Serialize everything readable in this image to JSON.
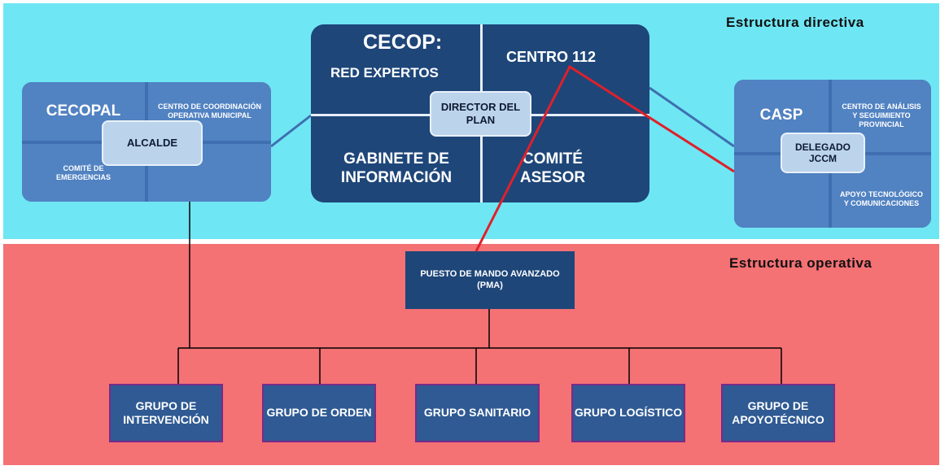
{
  "labels": {
    "directiva": "Estructura directiva",
    "operativa": "Estructura operativa"
  },
  "cecopal": {
    "title": "CECOPAL",
    "centro": "CENTRO DE COORDINACIÓN OPERATIVA MUNICIPAL",
    "comite": "COMITÉ DE EMERGENCIAS",
    "center": "ALCALDE"
  },
  "cecop": {
    "title": "CECOP:",
    "red": "RED EXPERTOS",
    "centro112": "CENTRO 112",
    "gabinete": "GABINETE DE INFORMACIÓN",
    "comite": "COMITÉ ASESOR",
    "center": "DIRECTOR DEL PLAN"
  },
  "casp": {
    "title": "CASP",
    "centro": "CENTRO DE ANÁLISIS Y SEGUIMIENTO PROVINCIAL",
    "apoyo": "APOYO TECNOLÓGICO Y COMUNICACIONES",
    "center": "DELEGADO JCCM"
  },
  "pma": "PUESTO DE MANDO AVANZADO (PMA)",
  "groups": [
    "GRUPO DE INTERVENCIÓN",
    "GRUPO DE ORDEN",
    "GRUPO SANITARIO",
    "GRUPO LOGÍSTICO",
    "GRUPO DE APOYOTÉCNICO"
  ],
  "colors": {
    "top_band": "#6fe6f3",
    "bottom_band": "#f47174",
    "connector_red": "#e0202a",
    "dark_box": "#1e4679"
  }
}
